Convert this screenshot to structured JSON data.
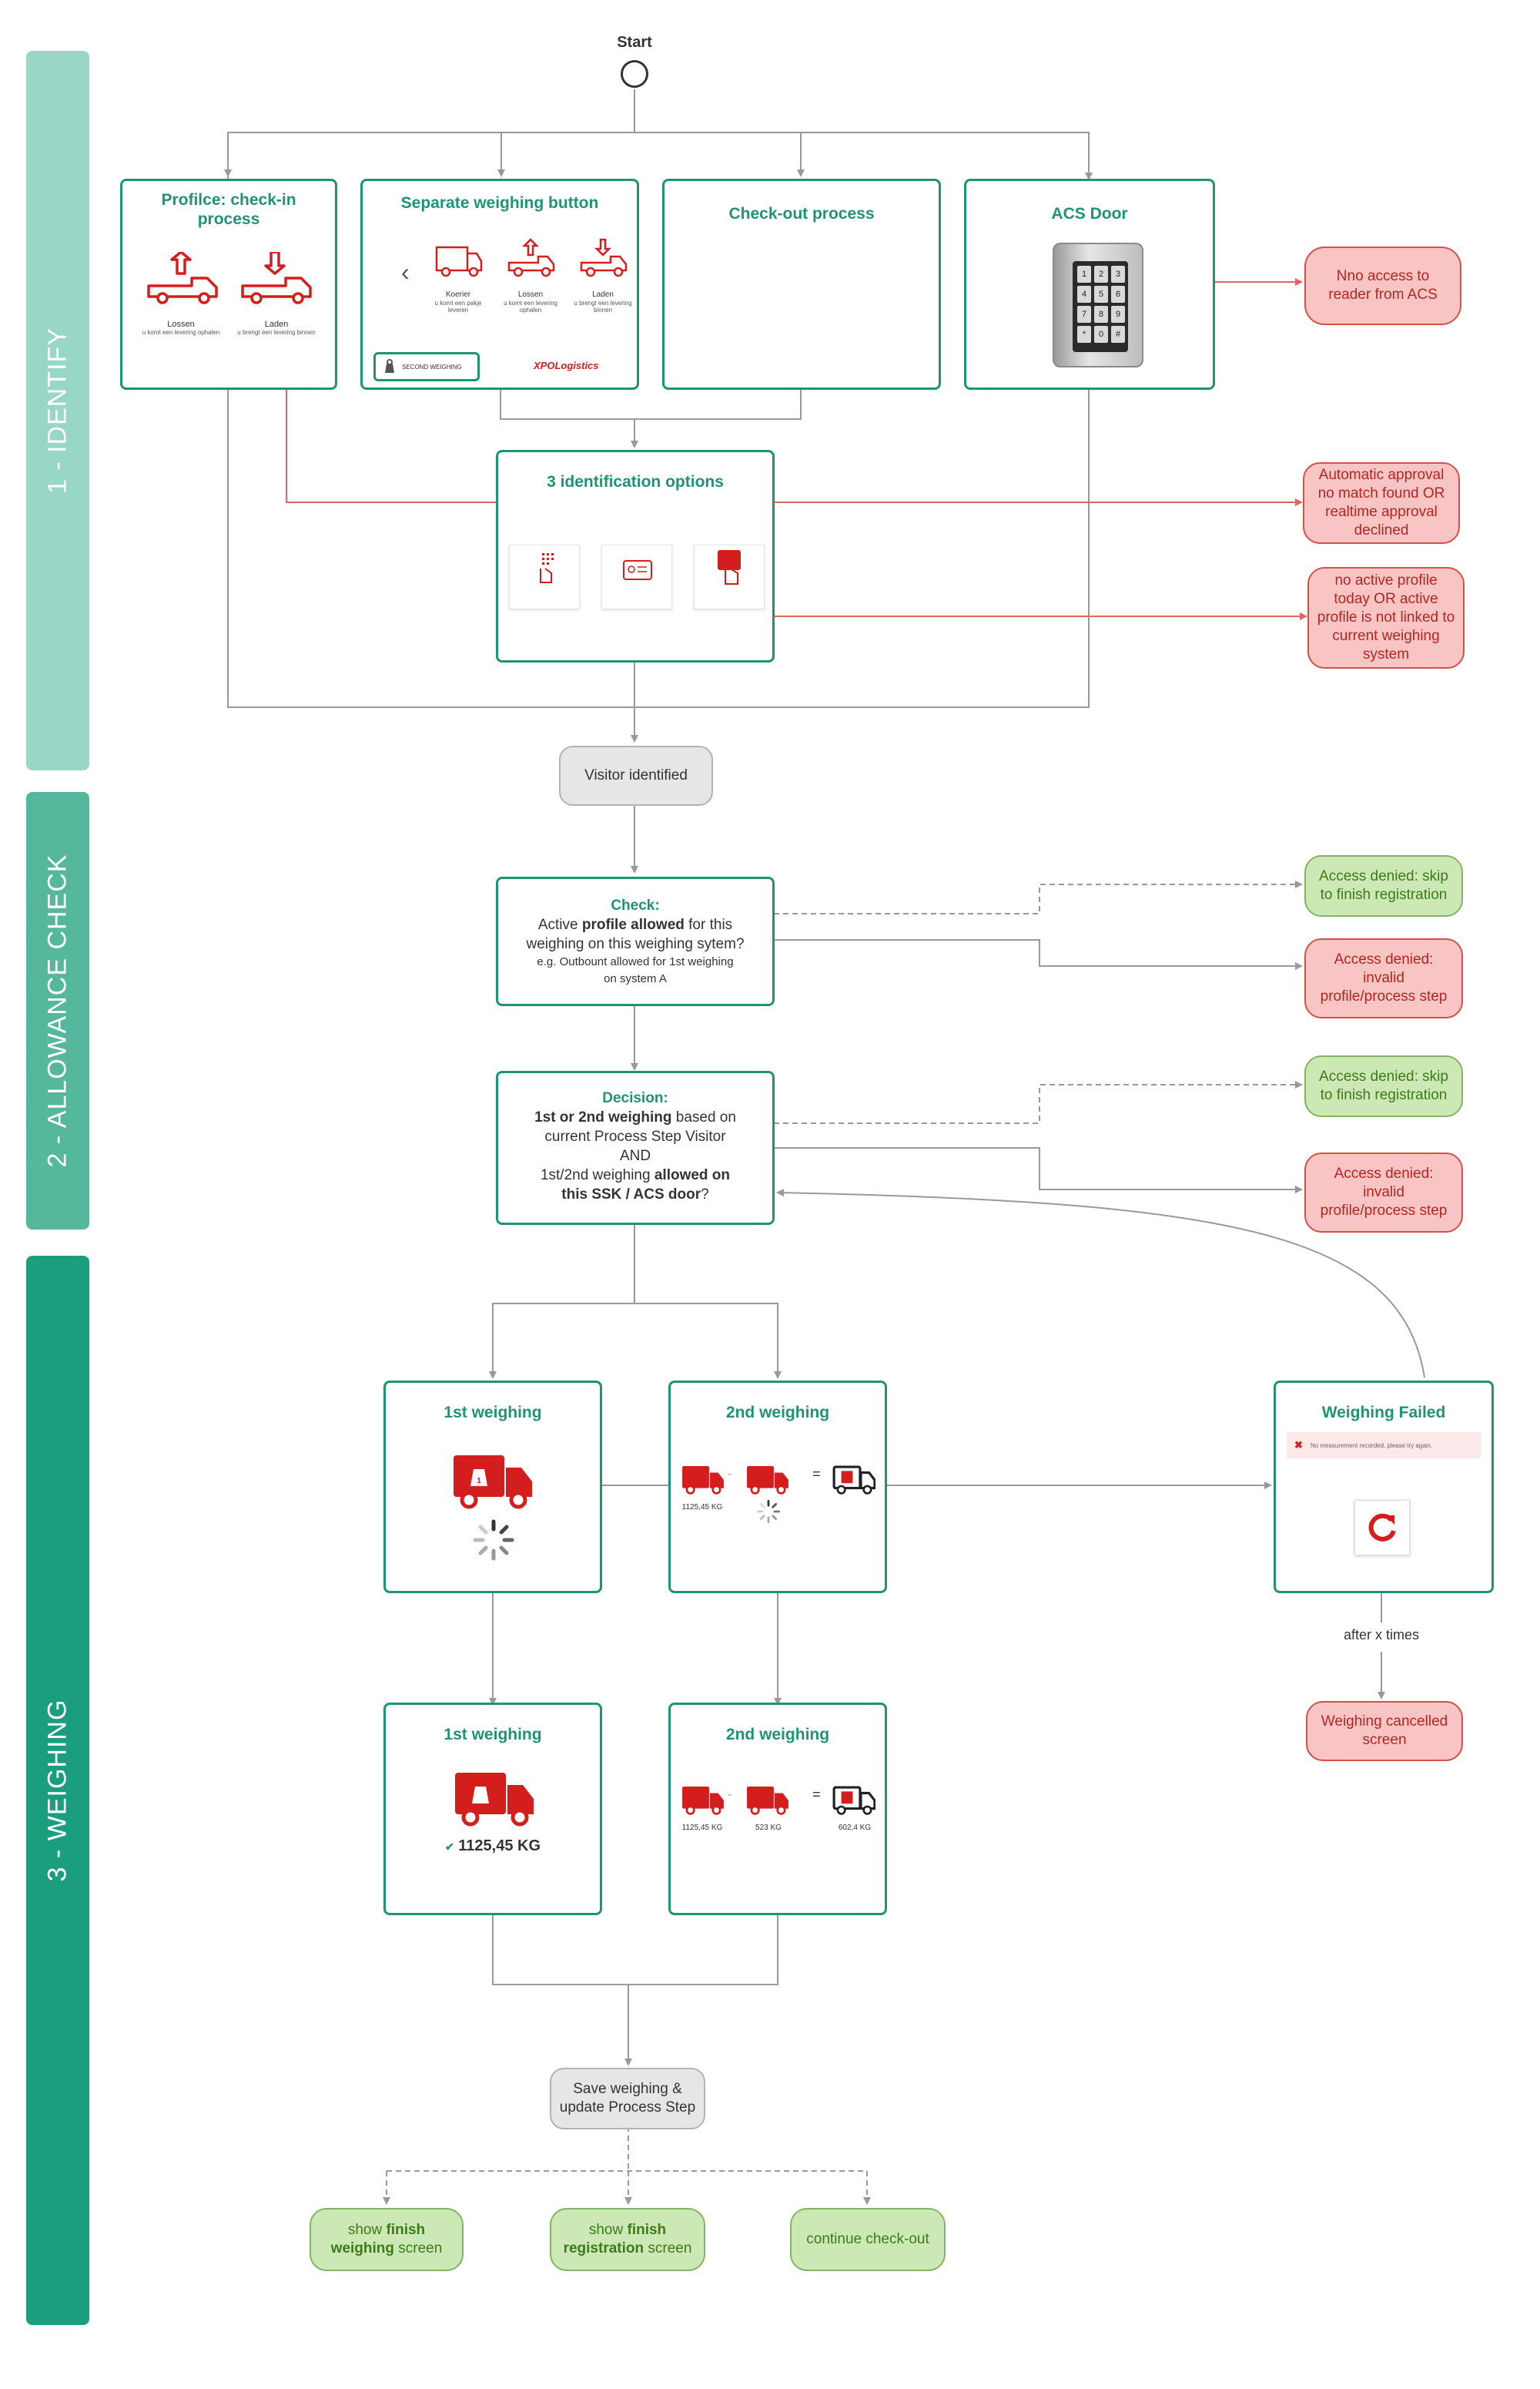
{
  "start": {
    "label": "Start"
  },
  "lanes": [
    {
      "label": "1  -  IDENTIFY",
      "color": "#98d6c5"
    },
    {
      "label": "2  -  ALLOWANCE CHECK",
      "color": "#55b89c"
    },
    {
      "label": "3  -  WEIGHING",
      "color": "#1a9e7d"
    }
  ],
  "identify": {
    "profile_checkin": {
      "title": "Profilce: check-in process",
      "options": [
        {
          "label": "Lossen",
          "sub": "u komt een levering ophalen"
        },
        {
          "label": "Laden",
          "sub": "u brengt een levering binnen"
        }
      ]
    },
    "separate_weighing": {
      "title": "Separate weighing button",
      "options": [
        {
          "label": "Koerier",
          "sub": "u komt een pakje leveren"
        },
        {
          "label": "Lossen",
          "sub": "u komt een levering ophalen"
        },
        {
          "label": "Laden",
          "sub": "u brengt een levering binnen"
        }
      ],
      "second_weighing": "SECOND WEIGHING",
      "brand": "XPOLogistics"
    },
    "checkout": {
      "title": "Check-out process"
    },
    "acs_door": {
      "title": "ACS Door",
      "keypad": [
        "1",
        "2",
        "3",
        "4",
        "5",
        "6",
        "7",
        "8",
        "9",
        "*",
        "0",
        "#"
      ]
    },
    "identification": {
      "title": "3 identification options"
    },
    "outcomes": {
      "no_access_reader": "Nno access to reader from ACS",
      "auto_approval": "Automatic approval no match found OR realtime approval declined",
      "no_active_profile": "no active profile today OR active profile is not linked to current weighing system"
    },
    "visitor_identified": "Visitor identified"
  },
  "allowance": {
    "check": {
      "title": "Check:",
      "line1_pre": "Active ",
      "line1_bold": "profile allowed",
      "line1_post": " for this",
      "line2": "weighing on this weighing sytem?",
      "line3": "e.g. Outbount allowed for 1st weighing",
      "line4": "on system A"
    },
    "decision": {
      "title": "Decision:",
      "line1_bold": "1st or 2nd weighing",
      "line1_post": " based on",
      "line2": "current Process Step Visitor",
      "line3": "AND",
      "line4_pre": "1st/2nd weighing ",
      "line4_bold": "allowed on",
      "line5_bold": "this SSK / ACS door",
      "line5_post": "?"
    },
    "skip": "Access denied: skip to finish registration",
    "invalid": "Access denied: invalid profile/process step"
  },
  "weighing": {
    "first_title": "1st weighing",
    "second_title": "2nd weighing",
    "first_result": "1125,45 KG",
    "second_first": "1125,45 KG",
    "second_second": "523 KG",
    "second_net": "602,4 KG",
    "failed": {
      "title": "Weighing Failed",
      "message": "No measurement recorded, please try again."
    },
    "after_times": "after x times",
    "cancelled": "Weighing cancelled screen",
    "save": "Save weighing & update Process Step"
  },
  "finish": {
    "weighing": {
      "pre": "show ",
      "bold": "finish weighing",
      "post": " screen"
    },
    "registration": {
      "pre": "show ",
      "bold": "finish registration",
      "post": " screen"
    },
    "checkout": "continue check-out"
  },
  "colors": {
    "teal": "#1f9474",
    "truck_red": "#d41e1e",
    "red_fill": "#f8c5c4",
    "green_fill": "#cce8b5",
    "gray_fill": "#e6e6e6"
  }
}
